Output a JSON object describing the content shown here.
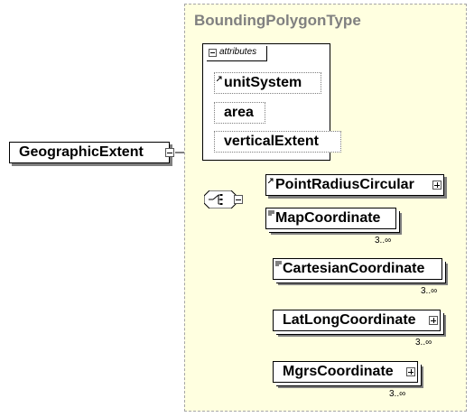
{
  "root": {
    "label": "GeographicExtent"
  },
  "type": {
    "title": "BoundingPolygonType"
  },
  "attributes": {
    "header": "attributes",
    "items": [
      {
        "label": "unitSystem"
      },
      {
        "label": "area"
      },
      {
        "label": "verticalExtent"
      }
    ]
  },
  "choice": {
    "icon": "choice-compositor-icon"
  },
  "elements": [
    {
      "label": "PointRadiusCircular",
      "cardinality": ""
    },
    {
      "label": "MapCoordinate",
      "cardinality": "3..∞"
    },
    {
      "label": "CartesianCoordinate",
      "cardinality": "3..∞"
    },
    {
      "label": "LatLongCoordinate",
      "cardinality": "3..∞"
    },
    {
      "label": "MgrsCoordinate",
      "cardinality": "3..∞"
    }
  ]
}
